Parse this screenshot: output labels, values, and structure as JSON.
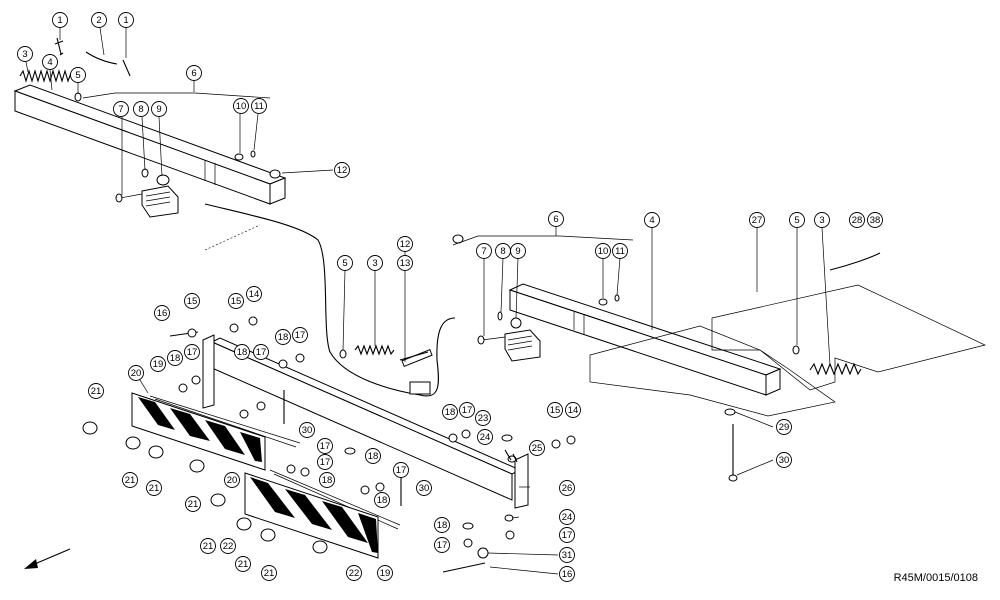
{
  "drawing": {
    "reference_code": "R45M/0015/0108"
  },
  "callouts": [
    {
      "id": "c1a",
      "label": "1"
    },
    {
      "id": "c2",
      "label": "2"
    },
    {
      "id": "c1b",
      "label": "1"
    },
    {
      "id": "c3a",
      "label": "3"
    },
    {
      "id": "c4a",
      "label": "4"
    },
    {
      "id": "c5a",
      "label": "5"
    },
    {
      "id": "c6a",
      "label": "6"
    },
    {
      "id": "c7a",
      "label": "7"
    },
    {
      "id": "c8a",
      "label": "8"
    },
    {
      "id": "c9a",
      "label": "9"
    },
    {
      "id": "c10a",
      "label": "10"
    },
    {
      "id": "c11a",
      "label": "11"
    },
    {
      "id": "c12a",
      "label": "12"
    },
    {
      "id": "c6b",
      "label": "6"
    },
    {
      "id": "c4b",
      "label": "4"
    },
    {
      "id": "c27",
      "label": "27"
    },
    {
      "id": "c5b",
      "label": "5"
    },
    {
      "id": "c3b",
      "label": "3"
    },
    {
      "id": "c28",
      "label": "28"
    },
    {
      "id": "c38",
      "label": "38"
    },
    {
      "id": "c7b",
      "label": "7"
    },
    {
      "id": "c8b",
      "label": "8"
    },
    {
      "id": "c9b",
      "label": "9"
    },
    {
      "id": "c10b",
      "label": "10"
    },
    {
      "id": "c11b",
      "label": "11"
    },
    {
      "id": "c5c",
      "label": "5"
    },
    {
      "id": "c3c",
      "label": "3"
    },
    {
      "id": "c12b",
      "label": "12"
    },
    {
      "id": "c13",
      "label": "13"
    },
    {
      "id": "c16a",
      "label": "16"
    },
    {
      "id": "c15a",
      "label": "15"
    },
    {
      "id": "c15b",
      "label": "15"
    },
    {
      "id": "c14a",
      "label": "14"
    },
    {
      "id": "c18a",
      "label": "18"
    },
    {
      "id": "c17a",
      "label": "17"
    },
    {
      "id": "c19a",
      "label": "19"
    },
    {
      "id": "c18b",
      "label": "18"
    },
    {
      "id": "c17b",
      "label": "17"
    },
    {
      "id": "c18c",
      "label": "18"
    },
    {
      "id": "c17c",
      "label": "17"
    },
    {
      "id": "c20a",
      "label": "20"
    },
    {
      "id": "c21a",
      "label": "21"
    },
    {
      "id": "c21b",
      "label": "21"
    },
    {
      "id": "c21c",
      "label": "21"
    },
    {
      "id": "c30a",
      "label": "30"
    },
    {
      "id": "c17d",
      "label": "17"
    },
    {
      "id": "c18d",
      "label": "18"
    },
    {
      "id": "c17e",
      "label": "17"
    },
    {
      "id": "c18e",
      "label": "18"
    },
    {
      "id": "c17f",
      "label": "17"
    },
    {
      "id": "c18f",
      "label": "18"
    },
    {
      "id": "c30b",
      "label": "30"
    },
    {
      "id": "c20b",
      "label": "20"
    },
    {
      "id": "c21d",
      "label": "21"
    },
    {
      "id": "c21e",
      "label": "21"
    },
    {
      "id": "c22a",
      "label": "22"
    },
    {
      "id": "c21f",
      "label": "21"
    },
    {
      "id": "c21g",
      "label": "21"
    },
    {
      "id": "c22b",
      "label": "22"
    },
    {
      "id": "c19b",
      "label": "19"
    },
    {
      "id": "c18g",
      "label": "18"
    },
    {
      "id": "c17g",
      "label": "17"
    },
    {
      "id": "c23",
      "label": "23"
    },
    {
      "id": "c24a",
      "label": "24"
    },
    {
      "id": "c25",
      "label": "25"
    },
    {
      "id": "c15c",
      "label": "15"
    },
    {
      "id": "c14b",
      "label": "14"
    },
    {
      "id": "c26",
      "label": "26"
    },
    {
      "id": "c18h",
      "label": "18"
    },
    {
      "id": "c17h",
      "label": "17"
    },
    {
      "id": "c24b",
      "label": "24"
    },
    {
      "id": "c17i",
      "label": "17"
    },
    {
      "id": "c31",
      "label": "31"
    },
    {
      "id": "c16b",
      "label": "16"
    },
    {
      "id": "c29",
      "label": "29"
    },
    {
      "id": "c30c",
      "label": "30"
    }
  ]
}
